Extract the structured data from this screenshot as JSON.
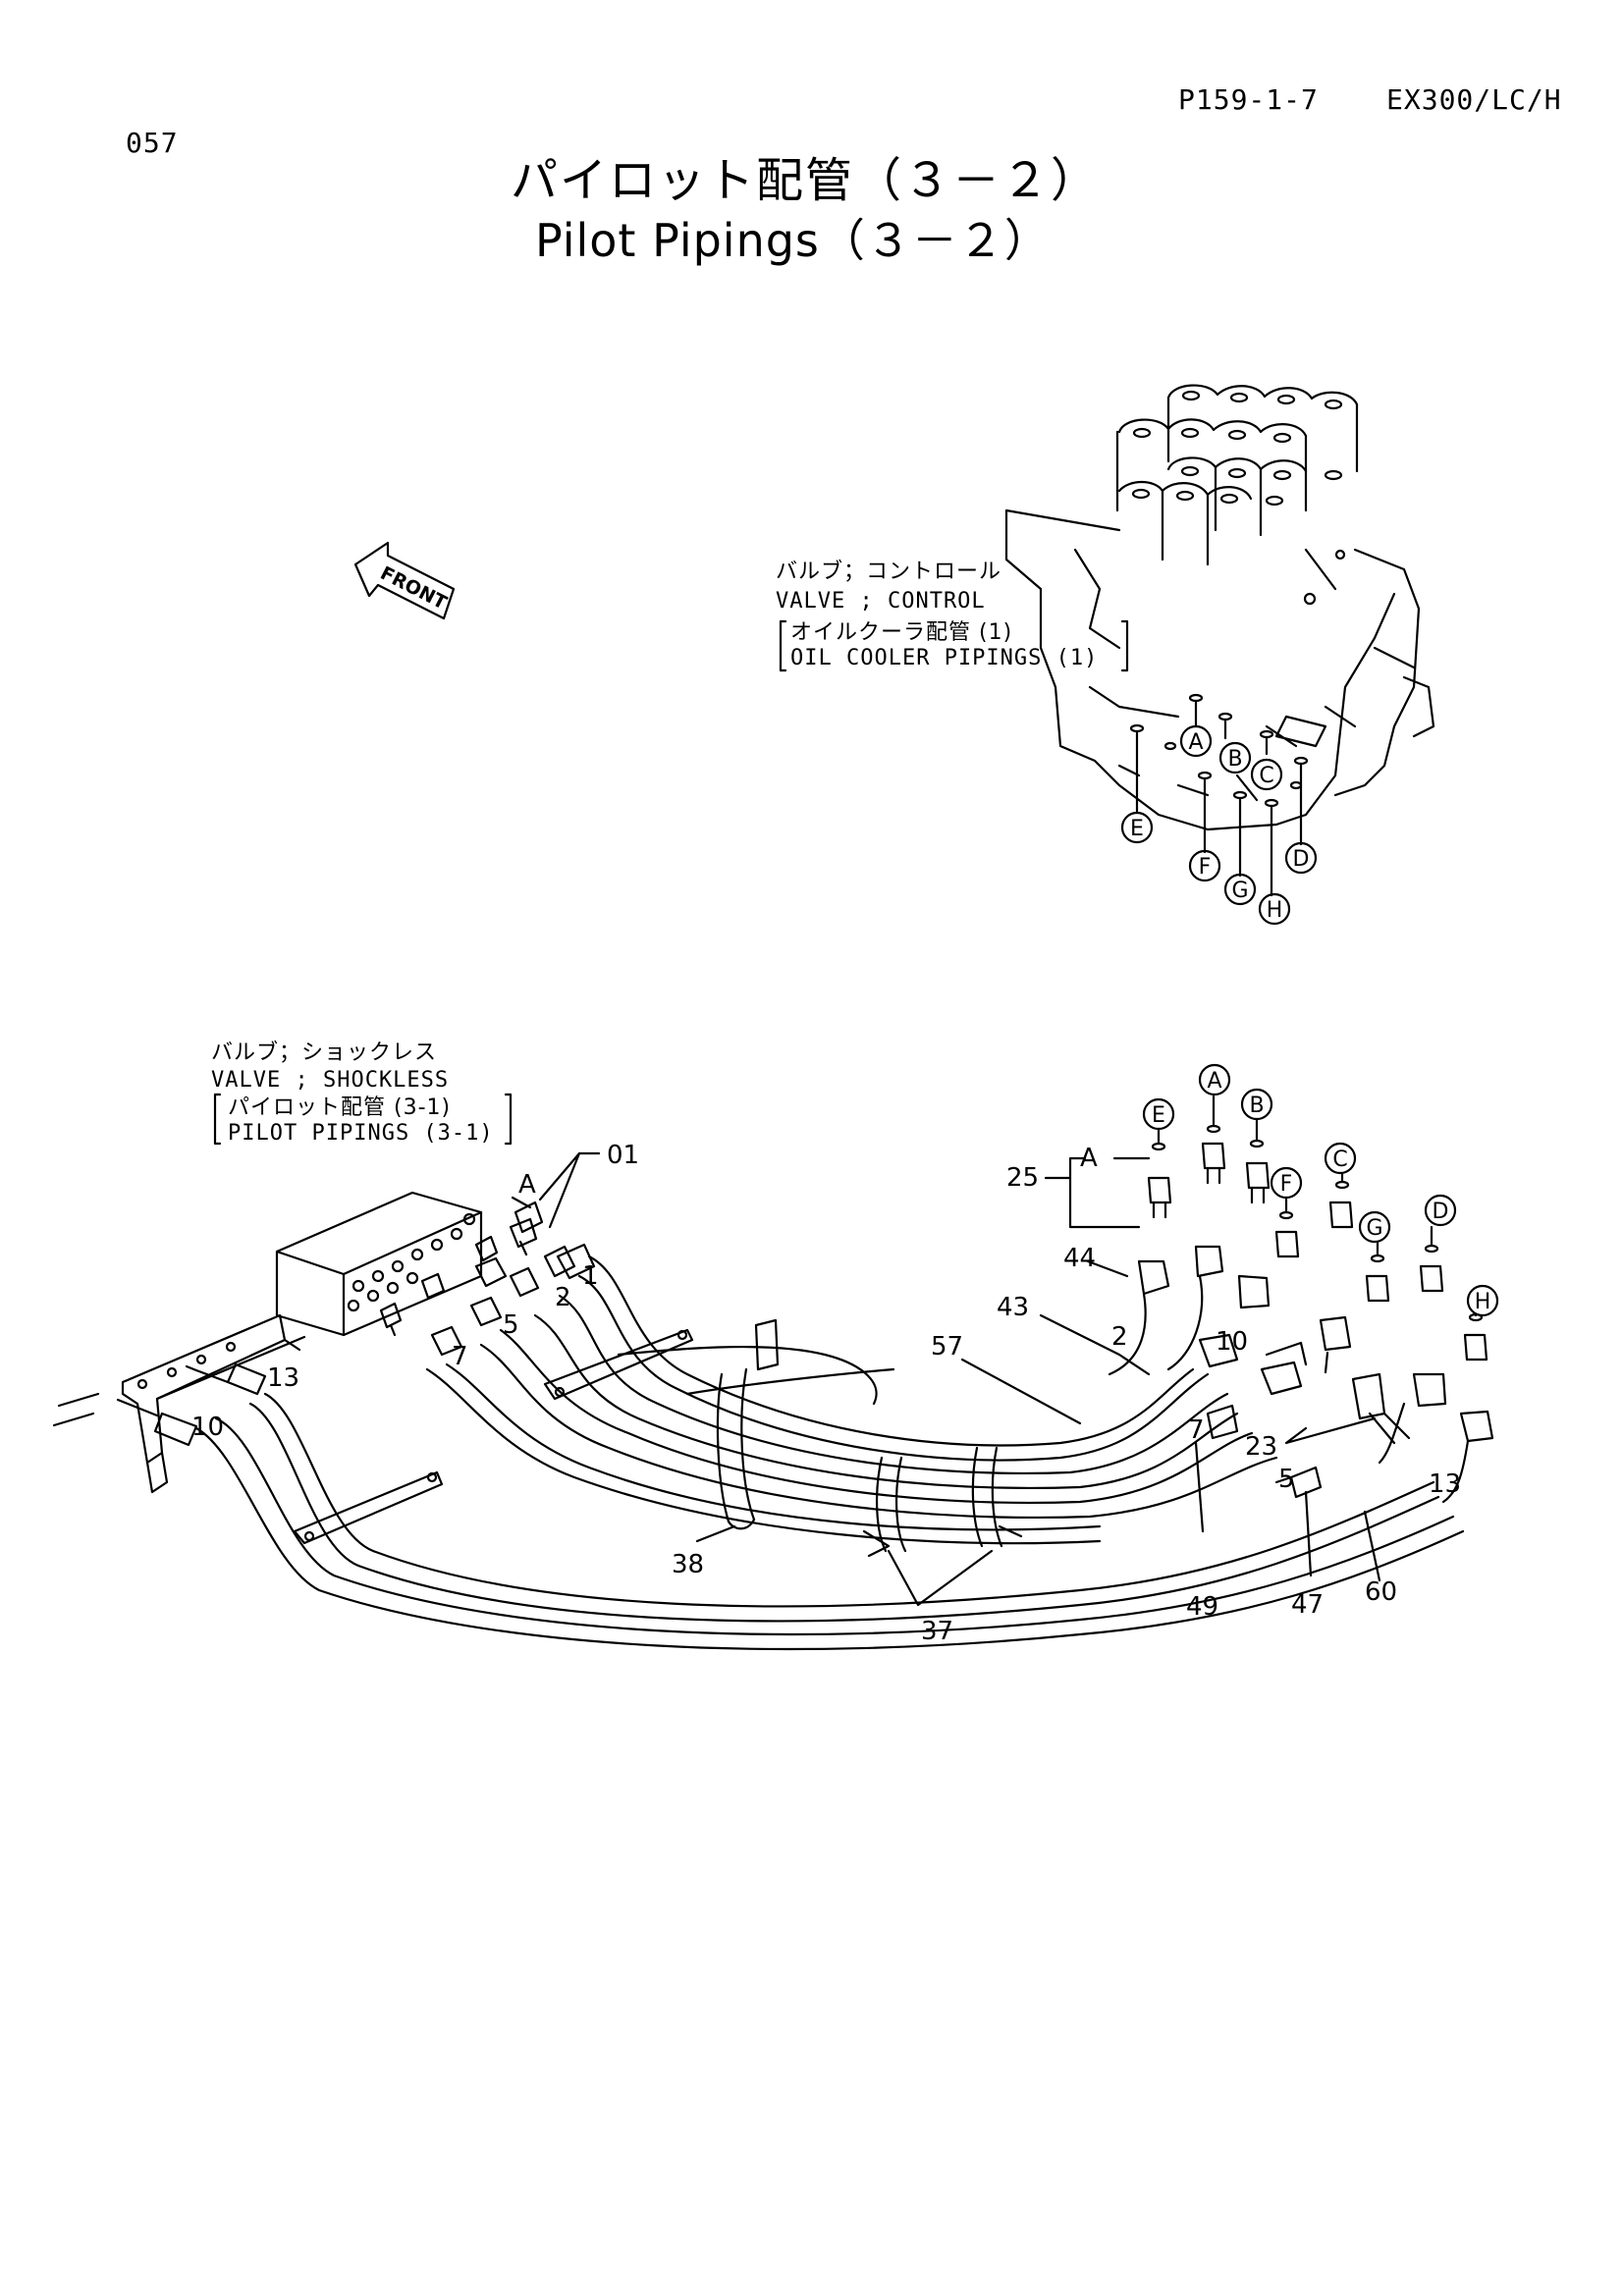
{
  "header": {
    "page_code": "057",
    "doc_ref": "P159-1-7",
    "model": "EX300/LC/H"
  },
  "title": {
    "jp": "パイロット配管（３－２）",
    "en": "Pilot Pipings（３－２）"
  },
  "front_label": "FRONT",
  "notes": {
    "control_valve": {
      "jp": "バルブ；コントロール",
      "en": "VALVE ; CONTROL",
      "ref_jp": "オイルクーラ配管 (1)",
      "ref_en": "OIL COOLER PIPINGS (1)"
    },
    "shockless_valve": {
      "jp": "バルブ；ショックレス",
      "en": "VALVE ; SHOCKLESS",
      "ref_jp": "パイロット配管 (3-1)",
      "ref_en": "PILOT PIPINGS (3-1)"
    }
  },
  "port_labels_upper": [
    "A",
    "B",
    "C",
    "D",
    "E",
    "F",
    "G",
    "H"
  ],
  "port_labels_lower": [
    "A",
    "B",
    "C",
    "D",
    "E",
    "F",
    "G",
    "H"
  ],
  "part_numbers": [
    "01",
    "13",
    "10",
    "5",
    "7",
    "1",
    "2",
    "38",
    "37",
    "57",
    "43",
    "44",
    "25",
    "2",
    "10",
    "23",
    "7",
    "5",
    "13",
    "49",
    "47",
    "60"
  ],
  "callout_A": [
    "A",
    "A"
  ]
}
